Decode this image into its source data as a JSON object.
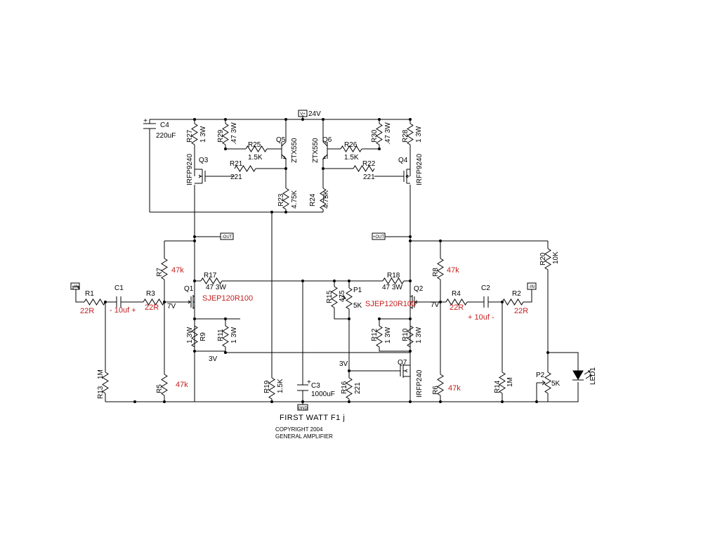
{
  "power": {
    "supply": "24V",
    "supply_flag": "V+",
    "ground_flag": "GND",
    "neg_out": "-OUT",
    "pos_out": "+OUT",
    "neg_in": "-IN",
    "pos_in": "+IN"
  },
  "parts": {
    "C4": "C4",
    "C4v": "220uF",
    "R27": "R27",
    "R27v": "1 3W",
    "R29": "R29",
    "R29v": ".47 3W",
    "R25": "R25",
    "R25v": "1.5K",
    "Q5": "Q5",
    "Q5v": "ZTX550",
    "Q6": "Q6",
    "Q6v": "ZTX550",
    "R26": "R26",
    "R26v": "1.5K",
    "R30": "R30",
    "R30v": ".47 3W",
    "R28": "R28",
    "R28v": "1 3W",
    "Q3": "Q3",
    "Q3v": "IRFP9240",
    "R21": "R21",
    "R21v": "221",
    "R22": "R22",
    "R22v": "221",
    "Q4": "Q4",
    "Q4v": "IRFP9240",
    "R23": "R23",
    "R23v": "4.75K",
    "R24": "R24",
    "R24v": "4.75K",
    "R7": "R7",
    "R17": "R17",
    "R17v": "47 3W",
    "R18": "R18",
    "R18v": "47 3W",
    "R8": "R8",
    "R20": "R20",
    "R20v": "10K",
    "R1": "R1",
    "C1": "C1",
    "R3": "R3",
    "Q1": "Q1",
    "Q1v": "SJEP120R100",
    "R15": "R15",
    "R15v": "475",
    "P1": "P1",
    "P1v": "5K",
    "Q2": "Q2",
    "Q2v": "SJEP120R100",
    "R4": "R4",
    "C2": "C2",
    "R2": "R2",
    "R9": "R9",
    "R9v": "1 3W",
    "R11": "R11",
    "R11v": "1 3W",
    "R12": "R12",
    "R12v": "1 3W",
    "R10": "R10",
    "R10v": "1 3W",
    "Q7": "Q7",
    "Q7v": "IRFP240",
    "R13": "R13",
    "R13v": "1M",
    "R5": "R5",
    "R19": "R19",
    "R19v": "1.5K",
    "C3": "C3",
    "C3v": "1000uF",
    "R16": "R16",
    "R16v": "221",
    "R6": "R6",
    "R14": "R14",
    "R14v": "1M",
    "P2": "P2",
    "P2v": "5K",
    "LED1": "LED1"
  },
  "annotations": {
    "r7": "47k",
    "r8": "47k",
    "r5": "47k",
    "r6": "47k",
    "r1": "22R",
    "r3": "22R",
    "r4": "22R",
    "r2": "22R",
    "c1": "- 10uf +",
    "c2": "+ 10uf -",
    "v7_left": "7V",
    "v7_right": "7V",
    "v3_left": "3V",
    "v3_right": "3V"
  },
  "title": {
    "line1": "FIRST WATT F1 j",
    "line2": "COPYRIGHT 2004",
    "line3": "GENERAL AMPLIFIER"
  },
  "colors": {
    "wire": "#000000",
    "annotation": "#c41e1e",
    "background": "#ffffff"
  }
}
